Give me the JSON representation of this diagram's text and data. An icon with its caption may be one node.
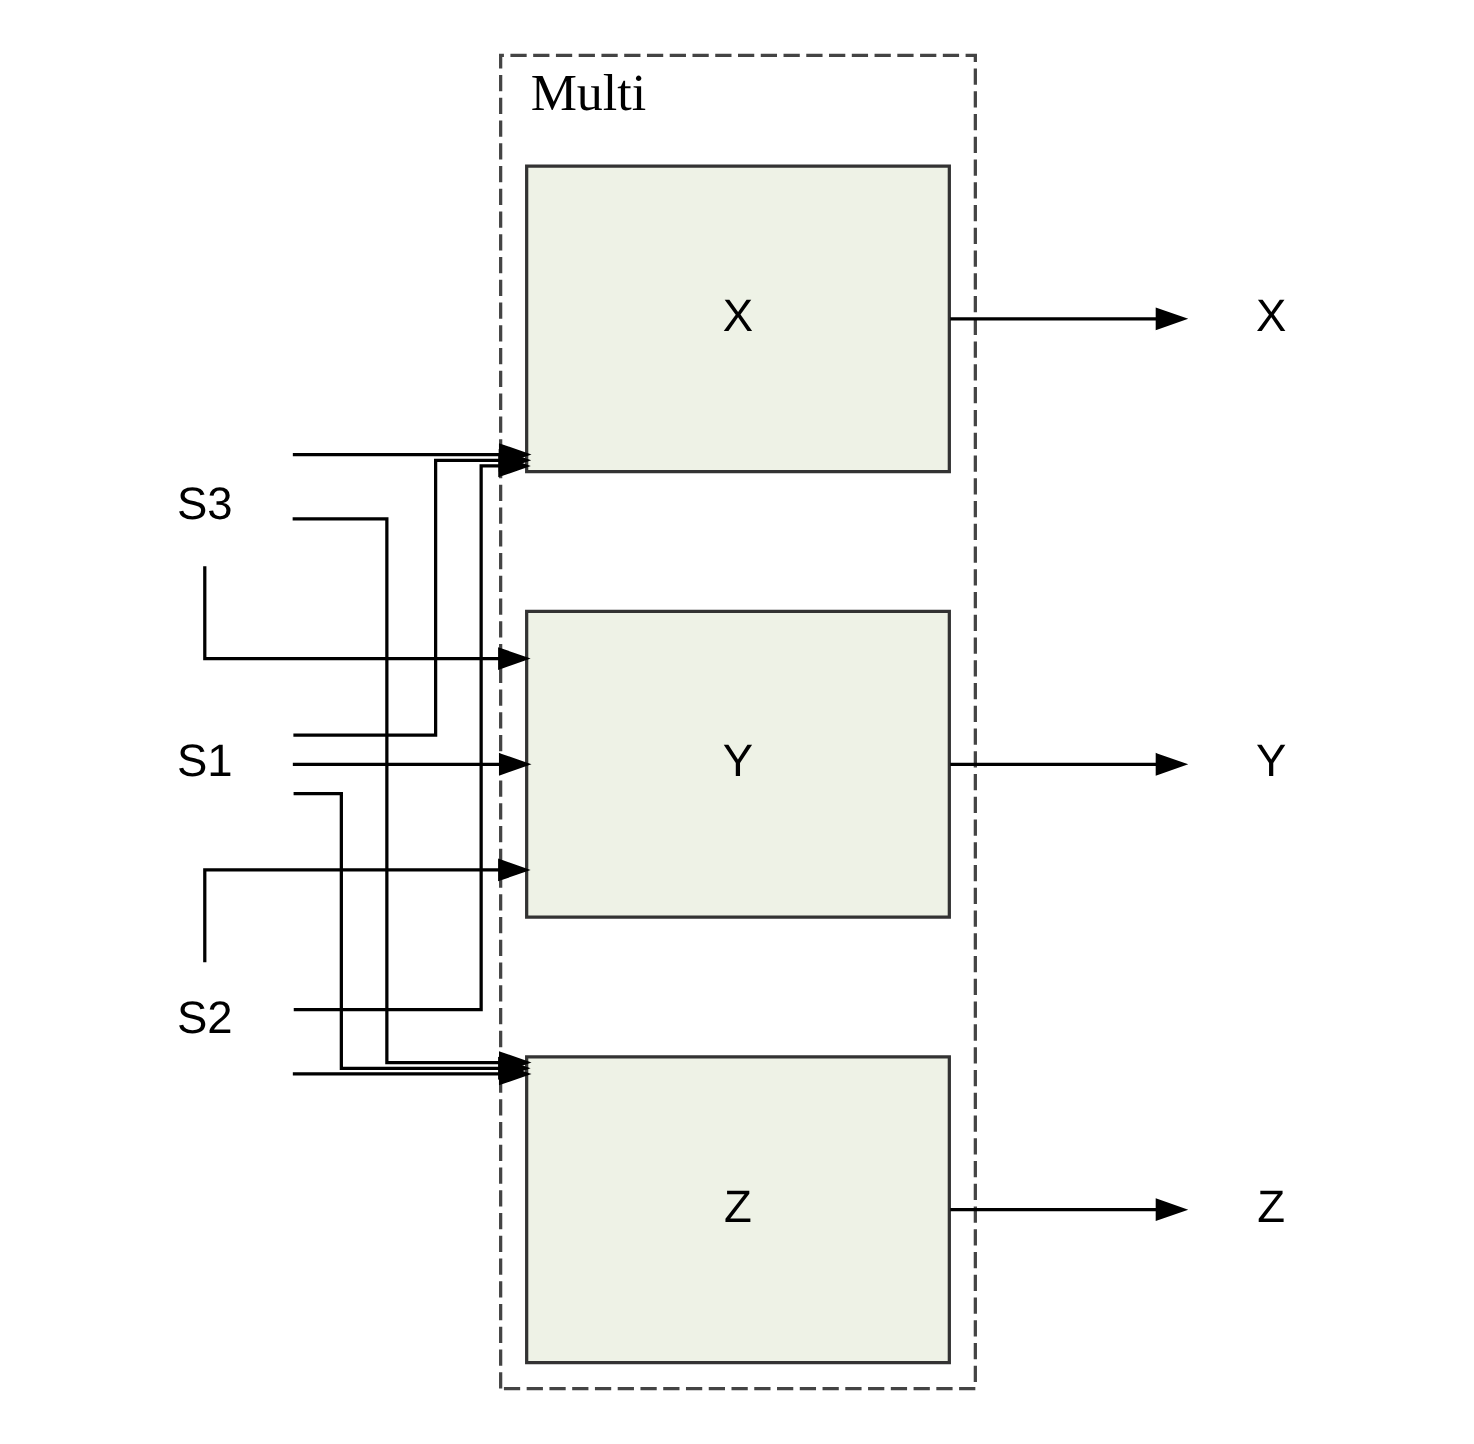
{
  "diagram": {
    "nodes": [
      {
        "text": [
          "Multi"
        ]
      },
      {
        "text": [
          "X"
        ],
        "in": 0
      },
      {
        "text": [
          "Y"
        ],
        "in": 0
      },
      {
        "text": [
          "Z"
        ],
        "in": 0
      },
      {
        "text": [
          "S1"
        ]
      },
      {
        "text": [
          "S2"
        ]
      },
      {
        "text": [
          "S3"
        ]
      },
      {
        "text": [
          "X"
        ]
      },
      {
        "text": [
          "Y"
        ]
      },
      {
        "text": [
          "Z"
        ]
      }
    ],
    "edges": [
      {
        "from": 4,
        "to": 1,
        "arrow": "to"
      },
      {
        "from": 5,
        "to": 1,
        "arrow": "to"
      },
      {
        "from": 6,
        "to": 1,
        "arrow": "to"
      },
      {
        "from": 4,
        "to": 2,
        "arrow": "to"
      },
      {
        "from": 5,
        "to": 2,
        "arrow": "to"
      },
      {
        "from": 6,
        "to": 2,
        "arrow": "to"
      },
      {
        "from": 4,
        "to": 3,
        "arrow": "to"
      },
      {
        "from": 5,
        "to": 3,
        "arrow": "to"
      },
      {
        "from": 6,
        "to": 3,
        "arrow": "to"
      },
      {
        "from": 1,
        "to": 7,
        "arrow": "to"
      },
      {
        "from": 2,
        "to": 8,
        "arrow": "to"
      },
      {
        "from": 3,
        "to": 9,
        "arrow": "to"
      }
    ]
  }
}
